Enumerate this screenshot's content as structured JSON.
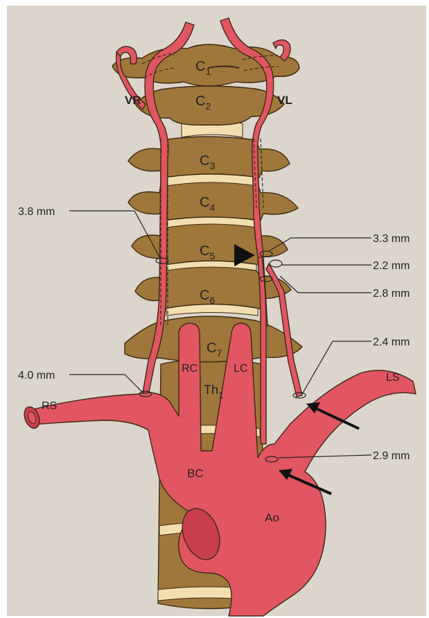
{
  "colors": {
    "background": "#dcd5cb",
    "bone": "#a0773a",
    "disc": "#f2dfb0",
    "artery": "#e25563",
    "outline": "#3a2a14",
    "text": "#222222"
  },
  "vertebrae": [
    {
      "base": "C",
      "sub": "1"
    },
    {
      "base": "C",
      "sub": "2"
    },
    {
      "base": "C",
      "sub": "3"
    },
    {
      "base": "C",
      "sub": "4"
    },
    {
      "base": "C",
      "sub": "5"
    },
    {
      "base": "C",
      "sub": "6"
    },
    {
      "base": "C",
      "sub": "7"
    },
    {
      "base": "Th",
      "sub": "1"
    }
  ],
  "vessel_labels": {
    "vr": "VR",
    "vl": "VL",
    "rc": "RC",
    "lc": "LC",
    "rs": "RS",
    "ls": "LS",
    "bc": "BC",
    "ao": "Ao"
  },
  "measurements": [
    "3.8 mm",
    "3.3 mm",
    "2.2 mm",
    "2.8 mm",
    "2.4 mm",
    "4.0 mm",
    "2.9 mm"
  ],
  "markers": {
    "arrowhead_icon": "arrowhead-icon",
    "arrows": [
      "arrow-icon",
      "arrow-icon"
    ]
  }
}
